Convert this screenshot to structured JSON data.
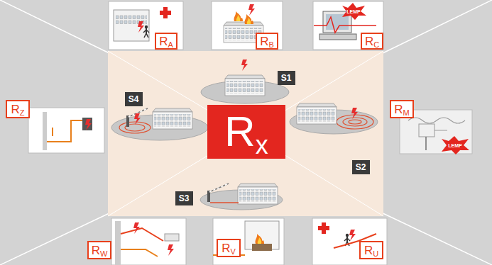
{
  "diagram": {
    "nodes": [
      {
        "text": [
          "RA"
        ]
      },
      {
        "text": [
          "RB"
        ]
      },
      {
        "text": [
          "RC"
        ]
      },
      {
        "text": [
          "S1"
        ]
      },
      {
        "text": [
          "S4"
        ]
      },
      {
        "text": [
          "RZ"
        ]
      },
      {
        "text": [
          "Rx"
        ]
      },
      {
        "text": [
          "RM"
        ]
      },
      {
        "text": [
          "S2"
        ]
      },
      {
        "text": [
          "S3"
        ]
      },
      {
        "text": [
          "RW"
        ]
      },
      {
        "text": [
          "RV"
        ]
      },
      {
        "text": [
          "RU"
        ]
      }
    ],
    "labels": [
      "LEMP",
      "LEMP"
    ]
  }
}
